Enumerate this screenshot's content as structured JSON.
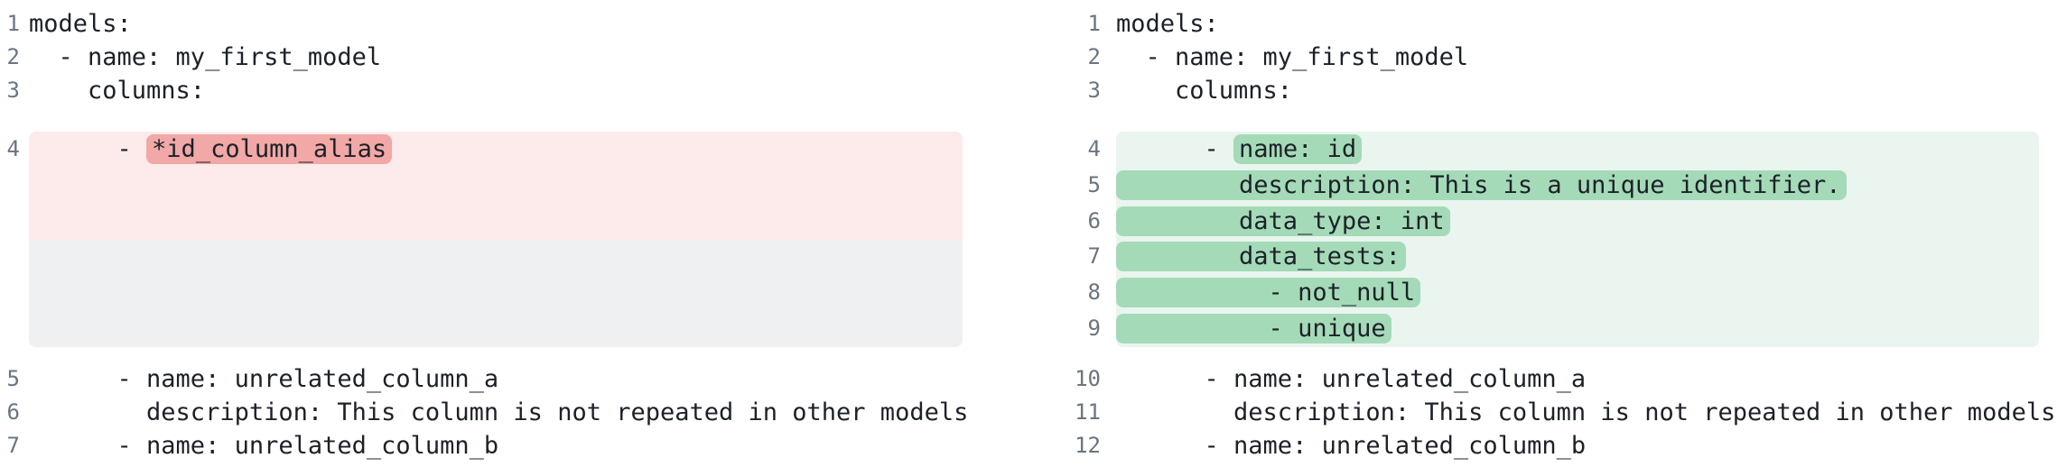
{
  "colors": {
    "text": "#1c2128",
    "line_number": "#6b7480",
    "removed_line_bg": "#fcebea",
    "removed_token_bg": "#f1a8a6",
    "added_line_bg": "#e9f5ee",
    "added_token_bg": "#a4dab8",
    "collapsed_filler_bg": "#eef0f1",
    "page_bg": "#ffffff"
  },
  "left_panel": {
    "top_lines": [
      {
        "n": "1",
        "text": "models:"
      },
      {
        "n": "2",
        "text": "  - name: my_first_model"
      },
      {
        "n": "3",
        "text": "    columns:"
      }
    ],
    "removed_line": {
      "n": "4",
      "pre": "      - ",
      "mark": "*id_column_alias"
    },
    "bottom_lines": [
      {
        "n": "5",
        "text": "      - name: unrelated_column_a"
      },
      {
        "n": "6",
        "text": "        description: This column is not repeated in other models"
      },
      {
        "n": "7",
        "text": "      - name: unrelated_column_b"
      }
    ]
  },
  "right_panel": {
    "top_lines": [
      {
        "n": "1",
        "text": "models:"
      },
      {
        "n": "2",
        "text": "  - name: my_first_model"
      },
      {
        "n": "3",
        "text": "    columns:"
      }
    ],
    "added_lines": [
      {
        "n": "4",
        "pre": "      - ",
        "mark": "name: id"
      },
      {
        "n": "5",
        "pre": "",
        "mark": "        description: This is a unique identifier."
      },
      {
        "n": "6",
        "pre": "",
        "mark": "        data_type: int"
      },
      {
        "n": "7",
        "pre": "",
        "mark": "        data_tests:"
      },
      {
        "n": "8",
        "pre": "",
        "mark": "          - not_null"
      },
      {
        "n": "9",
        "pre": "",
        "mark": "          - unique"
      }
    ],
    "bottom_lines": [
      {
        "n": "10",
        "text": "      - name: unrelated_column_a"
      },
      {
        "n": "11",
        "text": "        description: This column is not repeated in other models"
      },
      {
        "n": "12",
        "text": "      - name: unrelated_column_b"
      }
    ]
  }
}
